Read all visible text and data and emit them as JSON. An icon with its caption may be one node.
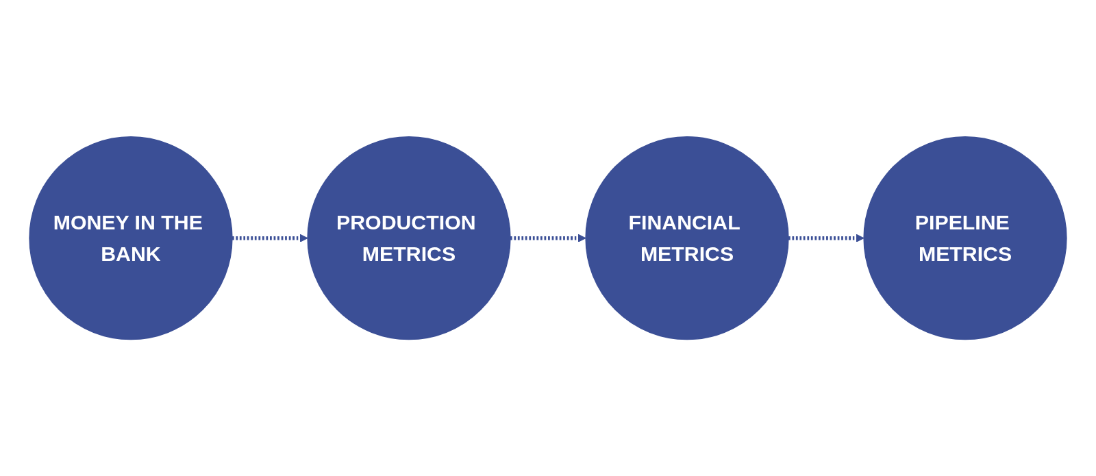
{
  "diagram": {
    "nodes": [
      {
        "text": [
          "MONEY IN THE BANK"
        ]
      },
      {
        "text": [
          "PRODUCTION METRICS"
        ]
      },
      {
        "text": [
          "FINANCIAL METRICS"
        ]
      },
      {
        "text": [
          "PIPELINE METRICS"
        ]
      }
    ],
    "edges": [
      {
        "from": 0,
        "to": 1,
        "arrow": "to",
        "style": "dashed"
      },
      {
        "from": 1,
        "to": 2,
        "arrow": "to",
        "style": "dashed"
      },
      {
        "from": 2,
        "to": 3,
        "arrow": "to",
        "style": "dashed"
      }
    ]
  }
}
